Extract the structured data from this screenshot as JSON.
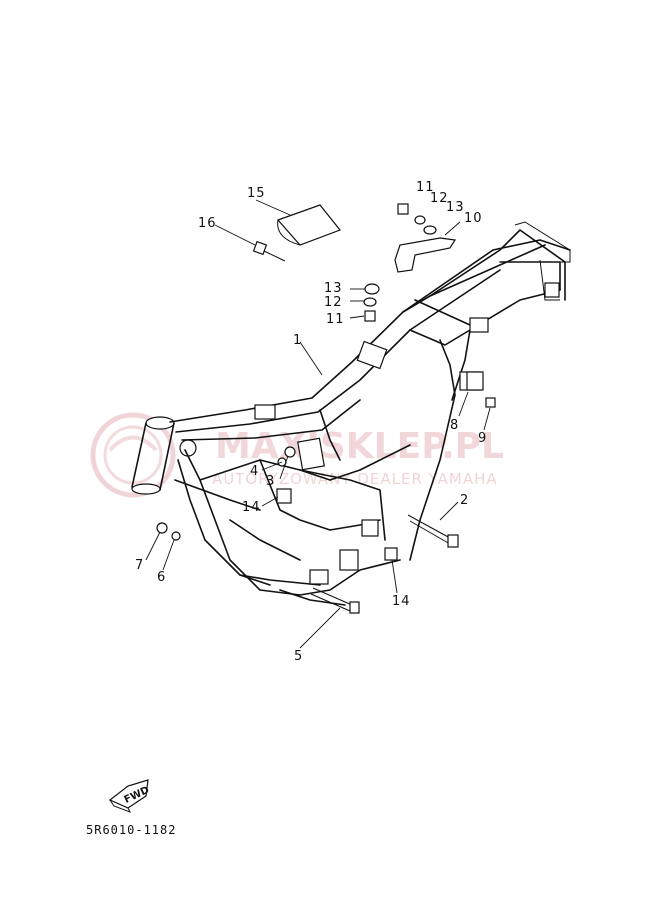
{
  "diagram": {
    "part_code": "5R6010-1182",
    "fwd_label": "FWD",
    "watermark": {
      "brand": "MAXISKLEP.PL",
      "tagline": "AUTORYZOWANY DEALER YAMAHA",
      "accent_color": "#e0404c"
    },
    "callouts": [
      {
        "id": "1",
        "label": "1"
      },
      {
        "id": "2",
        "label": "2"
      },
      {
        "id": "3",
        "label": "3"
      },
      {
        "id": "4",
        "label": "4"
      },
      {
        "id": "5",
        "label": "5"
      },
      {
        "id": "6",
        "label": "6"
      },
      {
        "id": "7",
        "label": "7"
      },
      {
        "id": "8",
        "label": "8"
      },
      {
        "id": "9",
        "label": "9"
      },
      {
        "id": "10",
        "label": "10"
      },
      {
        "id": "11a",
        "label": "11"
      },
      {
        "id": "11b",
        "label": "11"
      },
      {
        "id": "12a",
        "label": "12"
      },
      {
        "id": "12b",
        "label": "12"
      },
      {
        "id": "13a",
        "label": "13"
      },
      {
        "id": "13b",
        "label": "13"
      },
      {
        "id": "14a",
        "label": "14"
      },
      {
        "id": "14b",
        "label": "14"
      },
      {
        "id": "15",
        "label": "15"
      },
      {
        "id": "16",
        "label": "16"
      }
    ]
  }
}
